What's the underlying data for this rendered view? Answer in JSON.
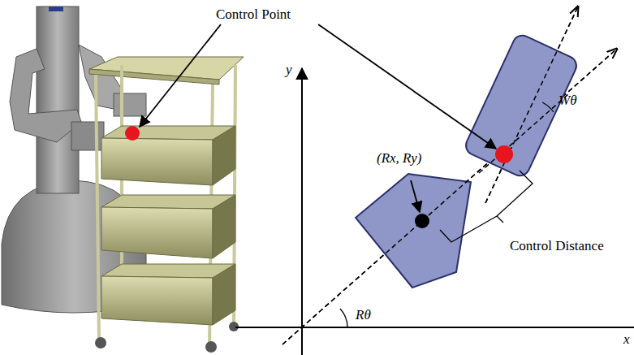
{
  "diagram": {
    "labels": [
      "Control Point",
      "y",
      "x",
      "(Rx, Ry)",
      "Wθ",
      "Control Distance",
      "Rθ"
    ]
  }
}
